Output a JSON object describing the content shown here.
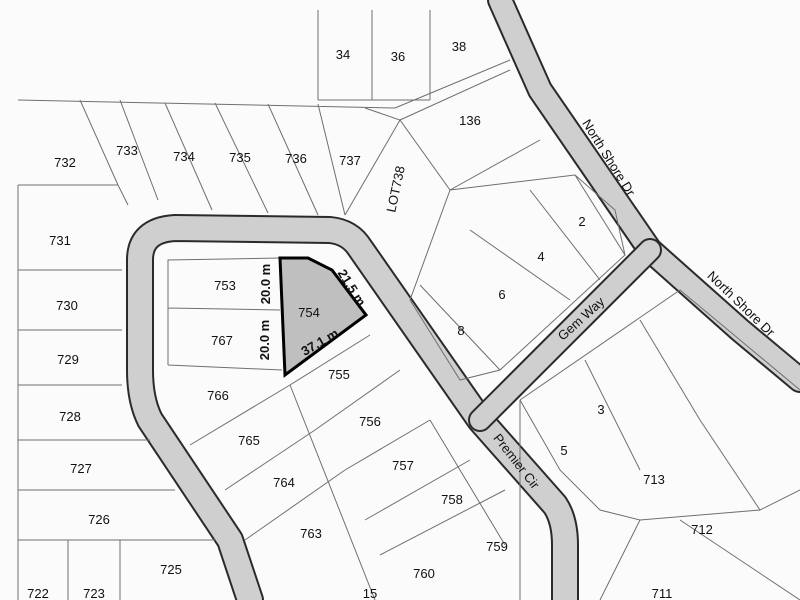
{
  "lots": [
    "34",
    "36",
    "38",
    "136",
    "732",
    "733",
    "734",
    "735",
    "736",
    "737",
    "LOT738",
    "2",
    "4",
    "6",
    "8",
    "731",
    "730",
    "729",
    "728",
    "727",
    "726",
    "725",
    "722",
    "723",
    "753",
    "754",
    "767",
    "766",
    "765",
    "755",
    "756",
    "757",
    "764",
    "763",
    "758",
    "759",
    "760",
    "15",
    "3",
    "5",
    "713",
    "712",
    "711"
  ],
  "streets": [
    "North Shore Dr",
    "North Shore Dr",
    "Gem Way",
    "Premier Cir"
  ],
  "dimensions": [
    "20.0 m",
    "20.0 m",
    "21.5 m",
    "37.1 m"
  ],
  "colors": {
    "highlight_fill": "#bfbfbf",
    "road_fill": "#cfcfcf",
    "lot_line": "#6f6f6f"
  }
}
